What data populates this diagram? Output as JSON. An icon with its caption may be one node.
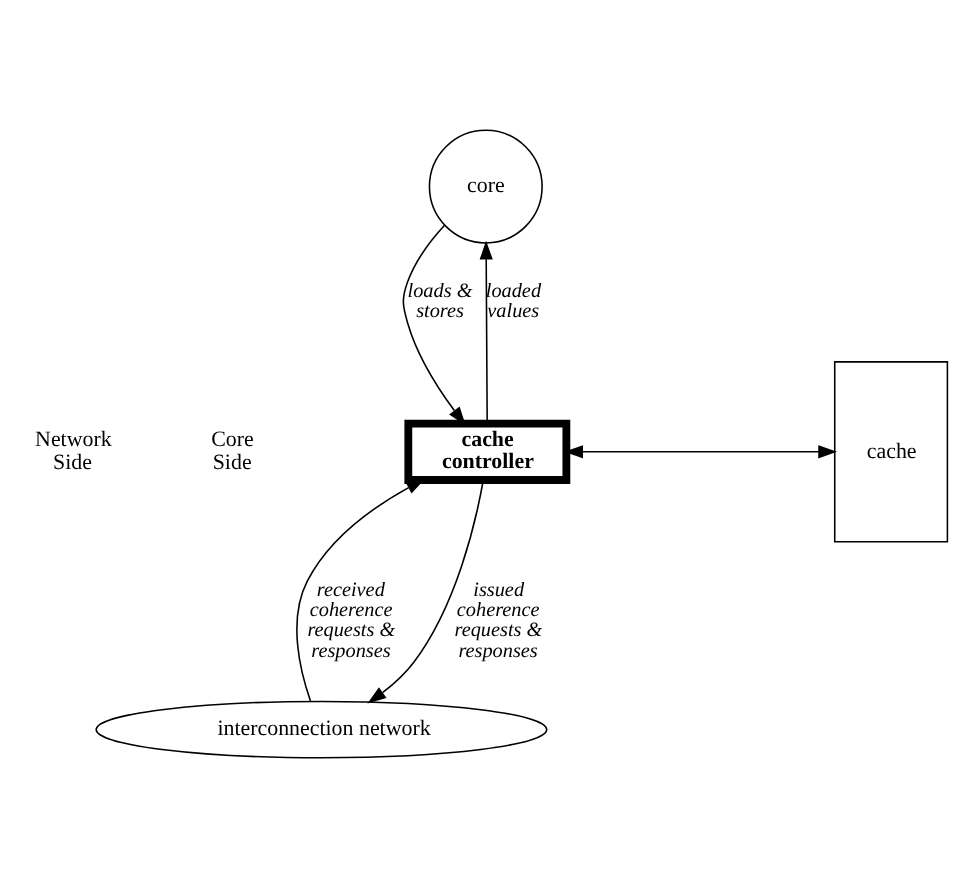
{
  "diagram": {
    "nodes": [
      {
        "text": [
          "core"
        ]
      },
      {
        "text": [
          "cache controller"
        ]
      },
      {
        "text": [
          "cache"
        ]
      },
      {
        "text": [
          "interconnection network"
        ]
      }
    ],
    "edges": [
      {
        "from": 0,
        "to": 1,
        "arrow": "to",
        "label": "loads & stores"
      },
      {
        "from": 1,
        "to": 0,
        "arrow": "to",
        "label": "loaded values"
      },
      {
        "from": 1,
        "to": 2,
        "arrow": "both"
      },
      {
        "from": 1,
        "to": 3,
        "arrow": "to",
        "label": "issued coherence requests & responses"
      },
      {
        "from": 3,
        "to": 1,
        "arrow": "to",
        "label": "received coherence requests & responses"
      }
    ],
    "labels": [
      "Core Side",
      "Network Side"
    ]
  }
}
